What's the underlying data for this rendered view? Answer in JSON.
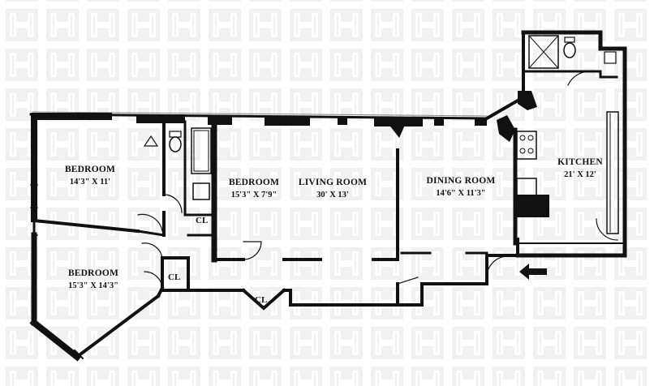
{
  "rooms": [
    {
      "key": "bedroom1",
      "name": "BEDROOM",
      "dims": "14'3\" X 11'"
    },
    {
      "key": "bedroom2",
      "name": "BEDROOM",
      "dims": "15'3\" X 14'3\""
    },
    {
      "key": "bedroom3",
      "name": "BEDROOM",
      "dims": "15'3\" X 7'9\""
    },
    {
      "key": "living",
      "name": "LIVING ROOM",
      "dims": "30' X 13'"
    },
    {
      "key": "dining",
      "name": "DINING ROOM",
      "dims": "14'6\" X 11'3\""
    },
    {
      "key": "kitchen",
      "name": "KITCHEN",
      "dims": "21' X 12'"
    }
  ],
  "closets": [
    "CL",
    "CL",
    "CL"
  ],
  "colors": {
    "wall": "#111111",
    "watermark": "#f2f2f2",
    "watermark_inner": "#ffffff"
  },
  "icons": {
    "entry": "entry-arrow-icon",
    "watermark": "logo-watermark-icon"
  }
}
